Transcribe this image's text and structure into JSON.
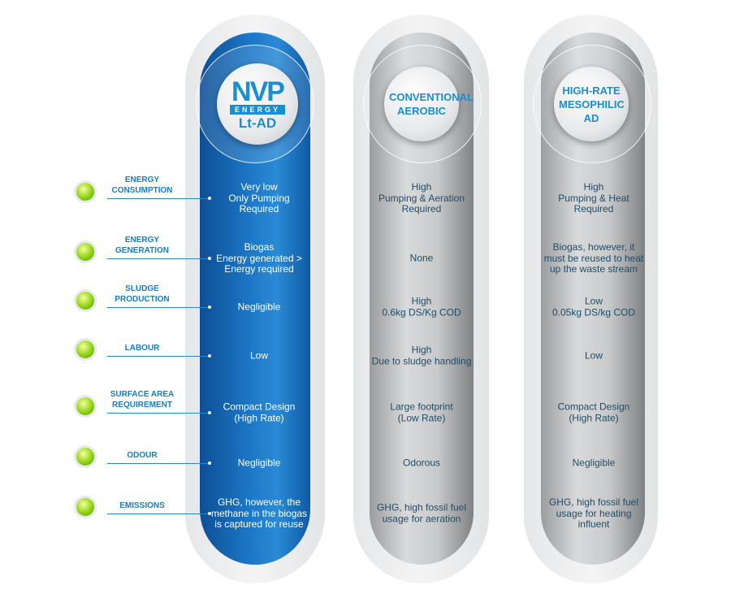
{
  "criteria": [
    "ENERGY CONSUMPTION",
    "ENERGY GENERATION",
    "SLUDGE PRODUCTION",
    "LABOUR",
    "SURFACE AREA REQUIREMENT",
    "ODOUR",
    "EMISSIONS"
  ],
  "columns": [
    {
      "logo_text": "NVP",
      "logo_subtext": "ENERGY",
      "title": "Lt-AD",
      "values": [
        "Very low\nOnly Pumping Required",
        "Biogas\nEnergy generated > Energy required",
        "Negligible",
        "Low",
        "Compact Design\n(High Rate)",
        "Negligible",
        "GHG, however, the methane in the biogas is captured for reuse"
      ]
    },
    {
      "title": "CONVENTIONAL AEROBIC",
      "values": [
        "High\nPumping & Aeration Required",
        "None",
        "High\n0.6kg DS/Kg COD",
        "High\nDue to sludge handling",
        "Large footprint\n(Low Rate)",
        "Odorous",
        "GHG, high fossil fuel usage for aeration"
      ]
    },
    {
      "title": "HIGH-RATE MESOPHILIC AD",
      "values": [
        "High\nPumping & Heat Required",
        "Biogas, however, it must be reused to heat up the waste stream",
        "Low\n0.05kg DS/kg COD",
        "Low",
        "Compact Design\n(High Rate)",
        "Negligible",
        "GHG, high fossil fuel usage for heating influent"
      ]
    }
  ],
  "colors": {
    "brand_blue": "#1a8fd0",
    "label_blue": "#1b7cc0",
    "gray_text": "#1f4d68",
    "bullet_green": "#8fd214"
  }
}
